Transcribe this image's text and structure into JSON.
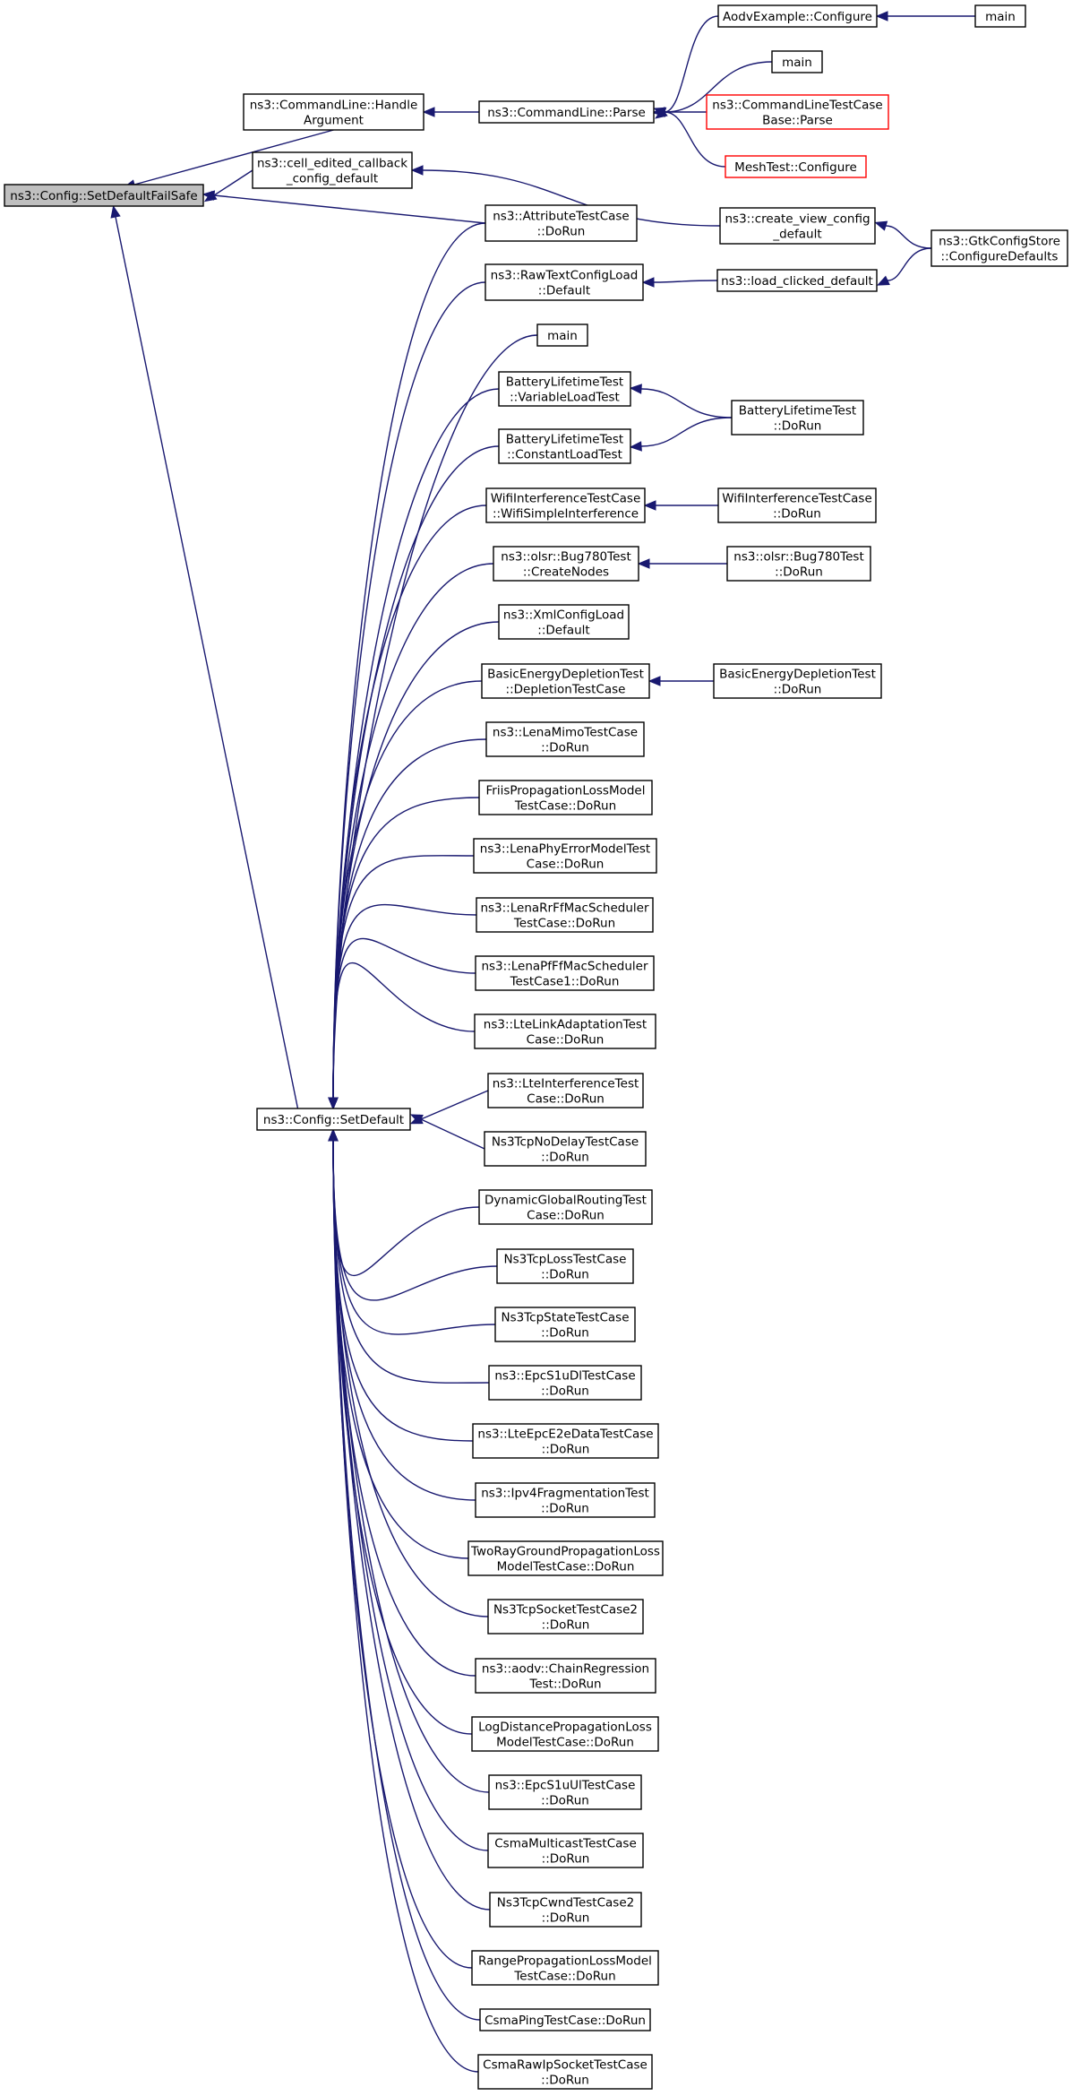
{
  "nodes": {
    "setdefaultfailsafe": [
      "ns3::Config::SetDefaultFailSafe"
    ],
    "handleargument": [
      "ns3::CommandLine::Handle",
      "Argument"
    ],
    "cell_edited": [
      "ns3::cell_edited_callback",
      "_config_default"
    ],
    "parse": [
      "ns3::CommandLine::Parse"
    ],
    "aodv_configure": [
      "AodvExample::Configure"
    ],
    "main_aodv": [
      "main"
    ],
    "main_parse": [
      "main"
    ],
    "cltestcase_parse": [
      "ns3::CommandLineTestCase",
      "Base::Parse"
    ],
    "meshtest_configure": [
      "MeshTest::Configure"
    ],
    "create_view": [
      "ns3::create_view_config",
      "_default"
    ],
    "gtkconfigstore": [
      "ns3::GtkConfigStore",
      "::ConfigureDefaults"
    ],
    "attributetestcase": [
      "ns3::AttributeTestCase",
      "::DoRun"
    ],
    "rawtextconfigload": [
      "ns3::RawTextConfigLoad",
      "::Default"
    ],
    "load_clicked": [
      "ns3::load_clicked_default"
    ],
    "main_setdefault": [
      "main"
    ],
    "battery_variable": [
      "BatteryLifetimeTest",
      "::VariableLoadTest"
    ],
    "battery_constant": [
      "BatteryLifetimeTest",
      "::ConstantLoadTest"
    ],
    "battery_dorun": [
      "BatteryLifetimeTest",
      "::DoRun"
    ],
    "wifi_simple": [
      "WifiInterferenceTestCase",
      "::WifiSimpleInterference"
    ],
    "wifi_dorun": [
      "WifiInterferenceTestCase",
      "::DoRun"
    ],
    "olsr_createnodes": [
      "ns3::olsr::Bug780Test",
      "::CreateNodes"
    ],
    "olsr_dorun": [
      "ns3::olsr::Bug780Test",
      "::DoRun"
    ],
    "xmlconfigload": [
      "ns3::XmlConfigLoad",
      "::Default"
    ],
    "basicenergy_depletion": [
      "BasicEnergyDepletionTest",
      "::DepletionTestCase"
    ],
    "basicenergy_dorun": [
      "BasicEnergyDepletionTest",
      "::DoRun"
    ],
    "lenamimo": [
      "ns3::LenaMimoTestCase",
      "::DoRun"
    ],
    "friis": [
      "FriisPropagationLossModel",
      "TestCase::DoRun"
    ],
    "lenaphy": [
      "ns3::LenaPhyErrorModelTest",
      "Case::DoRun"
    ],
    "lenarr": [
      "ns3::LenaRrFfMacScheduler",
      "TestCase::DoRun"
    ],
    "lenapf": [
      "ns3::LenaPfFfMacScheduler",
      "TestCase1::DoRun"
    ],
    "ltelink": [
      "ns3::LteLinkAdaptationTest",
      "Case::DoRun"
    ],
    "lteinterference": [
      "ns3::LteInterferenceTest",
      "Case::DoRun"
    ],
    "setdefault": [
      "ns3::Config::SetDefault"
    ],
    "tcpnodelay": [
      "Ns3TcpNoDelayTestCase",
      "::DoRun"
    ],
    "dynamicglobal": [
      "DynamicGlobalRoutingTest",
      "Case::DoRun"
    ],
    "tcploss": [
      "Ns3TcpLossTestCase",
      "::DoRun"
    ],
    "tcpstate": [
      "Ns3TcpStateTestCase",
      "::DoRun"
    ],
    "epcs1udl": [
      "ns3::EpcS1uDlTestCase",
      "::DoRun"
    ],
    "lteepce2e": [
      "ns3::LteEpcE2eDataTestCase",
      "::DoRun"
    ],
    "ipv4frag": [
      "ns3::Ipv4FragmentationTest",
      "::DoRun"
    ],
    "tworay": [
      "TwoRayGroundPropagationLoss",
      "ModelTestCase::DoRun"
    ],
    "tcpsocket2": [
      "Ns3TcpSocketTestCase2",
      "::DoRun"
    ],
    "aodvchain": [
      "ns3::aodv::ChainRegression",
      "Test::DoRun"
    ],
    "logdistance": [
      "LogDistancePropagationLoss",
      "ModelTestCase::DoRun"
    ],
    "epcs1uul": [
      "ns3::EpcS1uUlTestCase",
      "::DoRun"
    ],
    "csmamulticast": [
      "CsmaMulticastTestCase",
      "::DoRun"
    ],
    "tcpcwnd2": [
      "Ns3TcpCwndTestCase2",
      "::DoRun"
    ],
    "rangeprop": [
      "RangePropagationLossModel",
      "TestCase::DoRun"
    ],
    "csmaping": [
      "CsmaPingTestCase::DoRun"
    ],
    "csmarawip": [
      "CsmaRawIpSocketTestCase",
      "::DoRun"
    ]
  },
  "edges": [
    {
      "from": "handleargument",
      "to": "setdefaultfailsafe"
    },
    {
      "from": "cell_edited",
      "to": "setdefaultfailsafe"
    },
    {
      "from": "attributetestcase",
      "to": "setdefaultfailsafe"
    },
    {
      "from": "setdefault",
      "to": "setdefaultfailsafe"
    },
    {
      "from": "parse",
      "to": "handleargument"
    },
    {
      "from": "aodv_configure",
      "to": "parse"
    },
    {
      "from": "main_parse",
      "to": "parse"
    },
    {
      "from": "cltestcase_parse",
      "to": "parse"
    },
    {
      "from": "meshtest_configure",
      "to": "parse"
    },
    {
      "from": "main_aodv",
      "to": "aodv_configure"
    },
    {
      "from": "create_view",
      "to": "cell_edited"
    },
    {
      "from": "gtkconfigstore",
      "to": "create_view"
    },
    {
      "from": "gtkconfigstore",
      "to": "load_clicked"
    },
    {
      "from": "load_clicked",
      "to": "rawtextconfigload"
    },
    {
      "from": "battery_dorun",
      "to": "battery_variable"
    },
    {
      "from": "battery_dorun",
      "to": "battery_constant"
    },
    {
      "from": "wifi_dorun",
      "to": "wifi_simple"
    },
    {
      "from": "olsr_dorun",
      "to": "olsr_createnodes"
    },
    {
      "from": "basicenergy_dorun",
      "to": "basicenergy_depletion"
    },
    {
      "from": "attributetestcase",
      "to": "setdefault"
    },
    {
      "from": "rawtextconfigload",
      "to": "setdefault"
    },
    {
      "from": "main_setdefault",
      "to": "setdefault"
    },
    {
      "from": "battery_variable",
      "to": "setdefault"
    },
    {
      "from": "battery_constant",
      "to": "setdefault"
    },
    {
      "from": "wifi_simple",
      "to": "setdefault"
    },
    {
      "from": "olsr_createnodes",
      "to": "setdefault"
    },
    {
      "from": "xmlconfigload",
      "to": "setdefault"
    },
    {
      "from": "basicenergy_depletion",
      "to": "setdefault"
    },
    {
      "from": "lenamimo",
      "to": "setdefault"
    },
    {
      "from": "friis",
      "to": "setdefault"
    },
    {
      "from": "lenaphy",
      "to": "setdefault"
    },
    {
      "from": "lenarr",
      "to": "setdefault"
    },
    {
      "from": "lenapf",
      "to": "setdefault"
    },
    {
      "from": "ltelink",
      "to": "setdefault"
    },
    {
      "from": "lteinterference",
      "to": "setdefault"
    },
    {
      "from": "tcpnodelay",
      "to": "setdefault"
    },
    {
      "from": "dynamicglobal",
      "to": "setdefault"
    },
    {
      "from": "tcploss",
      "to": "setdefault"
    },
    {
      "from": "tcpstate",
      "to": "setdefault"
    },
    {
      "from": "epcs1udl",
      "to": "setdefault"
    },
    {
      "from": "lteepce2e",
      "to": "setdefault"
    },
    {
      "from": "ipv4frag",
      "to": "setdefault"
    },
    {
      "from": "tworay",
      "to": "setdefault"
    },
    {
      "from": "tcpsocket2",
      "to": "setdefault"
    },
    {
      "from": "aodvchain",
      "to": "setdefault"
    },
    {
      "from": "logdistance",
      "to": "setdefault"
    },
    {
      "from": "epcs1uul",
      "to": "setdefault"
    },
    {
      "from": "csmamulticast",
      "to": "setdefault"
    },
    {
      "from": "tcpcwnd2",
      "to": "setdefault"
    },
    {
      "from": "rangeprop",
      "to": "setdefault"
    },
    {
      "from": "csmaping",
      "to": "setdefault"
    },
    {
      "from": "csmarawip",
      "to": "setdefault"
    }
  ],
  "colors": {
    "edge": "#191970",
    "node_border": "#000000",
    "node_border_external": "#ff0000",
    "focus_fill": "#bfbfbf",
    "background": "#ffffff"
  }
}
